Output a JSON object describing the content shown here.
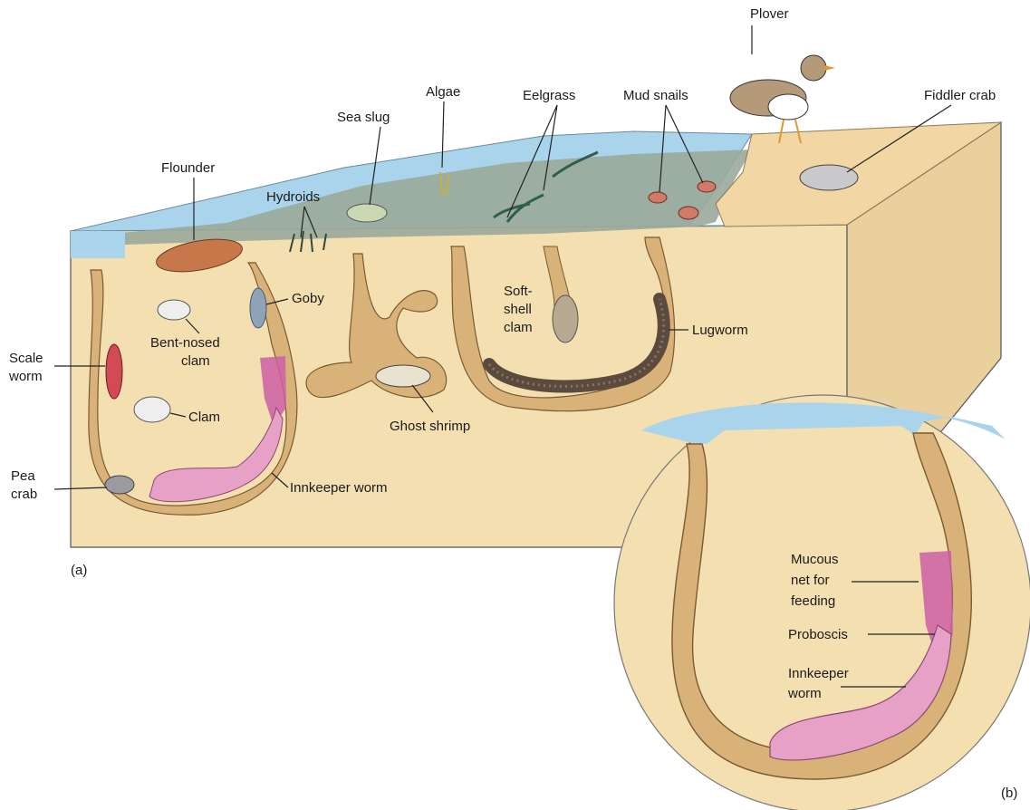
{
  "panels": {
    "a": "(a)",
    "b": "(b)"
  },
  "labels": {
    "plover": "Plover",
    "algae": "Algae",
    "eelgrass": "Eelgrass",
    "mud_snails": "Mud snails",
    "fiddler_crab": "Fiddler crab",
    "sea_slug": "Sea slug",
    "flounder": "Flounder",
    "hydroids": "Hydroids",
    "goby": "Goby",
    "bent_nosed_clam": [
      "Bent-nosed",
      "clam"
    ],
    "scale_worm": [
      "Scale",
      "worm"
    ],
    "clam": "Clam",
    "pea_crab": [
      "Pea",
      "crab"
    ],
    "innkeeper_worm": "Innkeeper worm",
    "ghost_shrimp": "Ghost shrimp",
    "soft_shell_clam": [
      "Soft-",
      "shell",
      "clam"
    ],
    "lugworm": "Lugworm"
  },
  "inset_labels": {
    "mucous_net": [
      "Mucous",
      "net for",
      "feeding"
    ],
    "proboscis": "Proboscis",
    "innkeeper_worm": [
      "Innkeeper",
      "worm"
    ]
  },
  "colors": {
    "water": "#a9d4ec",
    "mud_surface": "#9aa89a",
    "sediment": "#f4dfb1",
    "sediment_side": "#e9d09d",
    "burrow": "#d9b27a",
    "worm_pink": "#e7a1c6",
    "net_magenta": "#cc5fa6"
  }
}
